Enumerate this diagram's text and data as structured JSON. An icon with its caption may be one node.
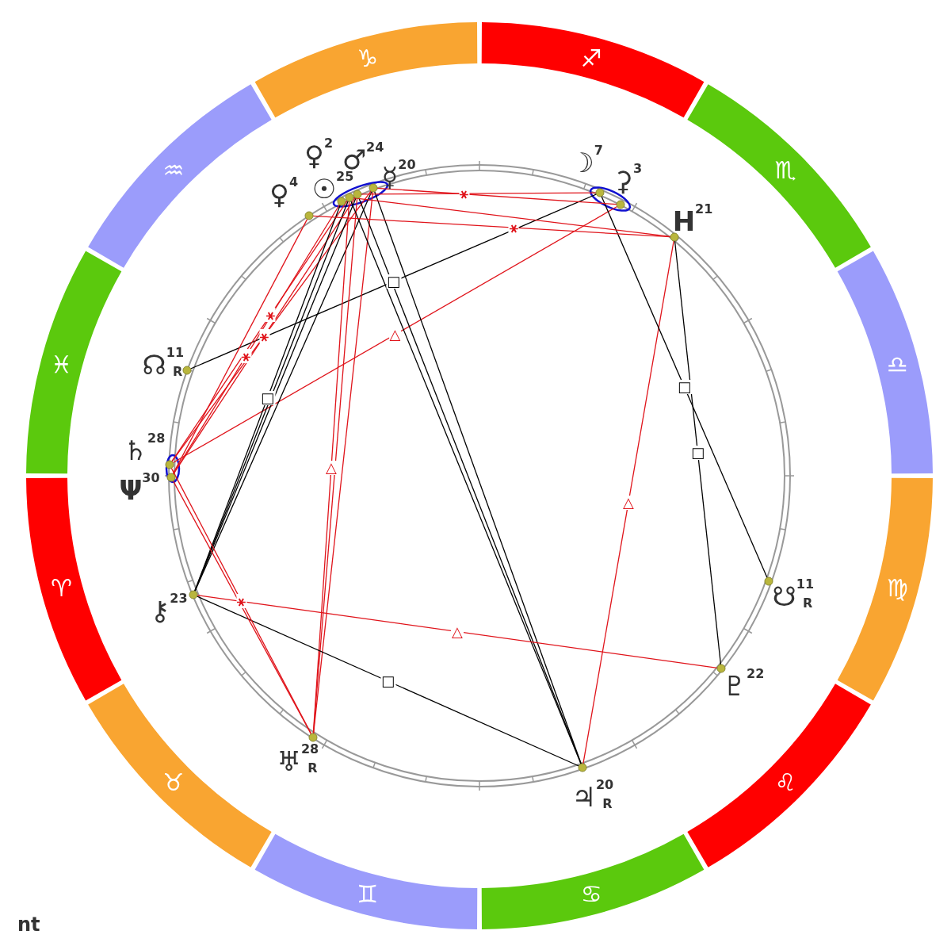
{
  "diagram": {
    "nodes": [
      {
        "text": [
          "♑"
        ]
      },
      {
        "text": [
          "♐"
        ]
      },
      {
        "text": [
          "♏"
        ]
      },
      {
        "text": [
          "♎"
        ]
      },
      {
        "text": [
          "♍"
        ]
      },
      {
        "text": [
          "♌"
        ]
      },
      {
        "text": [
          "♋"
        ]
      },
      {
        "text": [
          "♊"
        ]
      },
      {
        "text": [
          "♉"
        ]
      },
      {
        "text": [
          "♈"
        ]
      },
      {
        "text": [
          "♓"
        ]
      },
      {
        "text": [
          "♒"
        ]
      },
      {
        "text": [],
        "shape": "circle",
        "beside": [
          "♀$^{4}$"
        ]
      },
      {
        "text": [],
        "shape": "circle",
        "beside": [
          "♀$^{2}$"
        ]
      },
      {
        "text": [],
        "shape": "circle",
        "beside": [
          "♂$^{24}$"
        ]
      },
      {
        "text": [],
        "shape": "circle",
        "beside": [
          "☉$^{25}$"
        ]
      },
      {
        "text": [],
        "shape": "circle",
        "beside": [
          "☿$^{20}$"
        ]
      },
      {
        "text": [],
        "shape": "circle",
        "beside": [
          "☽$^{7}$"
        ]
      },
      {
        "text": [],
        "shape": "circle",
        "beside": [
          "⚳$^{3}$"
        ]
      },
      {
        "text": [],
        "shape": "circle",
        "beside": [
          "H$^{21}$"
        ]
      },
      {
        "text": [],
        "shape": "circle",
        "beside": [
          "☊$^{11}$$_{R}$"
        ]
      },
      {
        "text": [],
        "shape": "circle",
        "beside": [
          "Ψ$^{30}$"
        ]
      },
      {
        "text": [],
        "shape": "circle",
        "beside": [
          "♄$^{28}$"
        ]
      },
      {
        "text": [],
        "shape": "circle",
        "beside": [
          "⚷$^{23}$"
        ]
      },
      {
        "text": [],
        "shape": "circle",
        "beside": [
          "♅$^{28}$$_{R}$"
        ]
      },
      {
        "text": [],
        "shape": "circle",
        "beside": [
          "♃$^{20}$$_{R}$"
        ]
      },
      {
        "text": [],
        "shape": "circle",
        "beside": [
          "♇$^{22}$"
        ]
      },
      {
        "text": [],
        "shape": "circle",
        "beside": [
          "☋$^{11}$$_{R}$"
        ]
      }
    ],
    "edges": [
      {
        "from": 20,
        "to": 17,
        "arrow": "none",
        "label": "□",
        "color": "#000000"
      },
      {
        "from": 22,
        "to": 18,
        "arrow": "none",
        "label": "△"
      },
      {
        "from": 21,
        "to": 15,
        "arrow": "none",
        "label": "⚹"
      },
      {
        "from": 22,
        "to": 16,
        "arrow": "none"
      },
      {
        "from": 22,
        "to": 14,
        "arrow": "none",
        "label": "⚹"
      },
      {
        "from": 21,
        "to": 13,
        "arrow": "none",
        "label": "⚹"
      },
      {
        "from": 23,
        "to": 13,
        "arrow": "none",
        "label": "□",
        "color": "#000000"
      },
      {
        "from": 23,
        "to": 14,
        "arrow": "none",
        "color": "#000000"
      },
      {
        "from": 23,
        "to": 15,
        "arrow": "none",
        "color": "#000000"
      },
      {
        "from": 23,
        "to": 16,
        "arrow": "none",
        "color": "#000000"
      },
      {
        "from": 24,
        "to": 14,
        "arrow": "none",
        "label": "△"
      },
      {
        "from": 24,
        "to": 15,
        "arrow": "none"
      },
      {
        "from": 24,
        "to": 16,
        "arrow": "none"
      },
      {
        "from": 25,
        "to": 14,
        "arrow": "none",
        "color": "#000000"
      },
      {
        "from": 25,
        "to": 15,
        "arrow": "none",
        "color": "#000000"
      },
      {
        "from": 25,
        "to": 16,
        "arrow": "none",
        "color": "#000000"
      },
      {
        "from": 25,
        "to": 19,
        "arrow": "none",
        "label": "△"
      },
      {
        "from": 17,
        "to": 27,
        "arrow": "none",
        "label": "□",
        "color": "#000000"
      },
      {
        "from": 19,
        "to": 26,
        "arrow": "none",
        "label": "□",
        "color": "#000000"
      },
      {
        "from": 23,
        "to": 26,
        "arrow": "none",
        "label": "△"
      },
      {
        "from": 23,
        "to": 25,
        "arrow": "none",
        "label": "□",
        "color": "#000000"
      },
      {
        "from": 22,
        "to": 24,
        "arrow": "none",
        "label": "⚹"
      },
      {
        "from": 21,
        "to": 24,
        "arrow": "none"
      },
      {
        "from": 12,
        "to": 19,
        "arrow": "none",
        "label": "⚹"
      },
      {
        "from": 15,
        "to": 17,
        "arrow": "none",
        "label": "⚹"
      },
      {
        "from": 16,
        "to": 18,
        "arrow": "none"
      },
      {
        "from": 12,
        "to": 21,
        "arrow": "none"
      },
      {
        "from": 14,
        "to": 19,
        "arrow": "none"
      }
    ],
    "labels": [
      "nt"
    ]
  }
}
